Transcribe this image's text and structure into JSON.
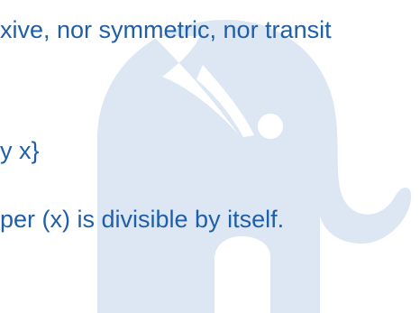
{
  "document": {
    "lines": [
      "xive, nor symmetric, nor transit",
      "y x}",
      "per (x) is divisible by itself."
    ]
  },
  "colors": {
    "text": "#1f5fa8",
    "watermark": "#dde7f3",
    "background": "#ffffff"
  },
  "watermark": {
    "icon": "elephant-watermark-icon"
  }
}
